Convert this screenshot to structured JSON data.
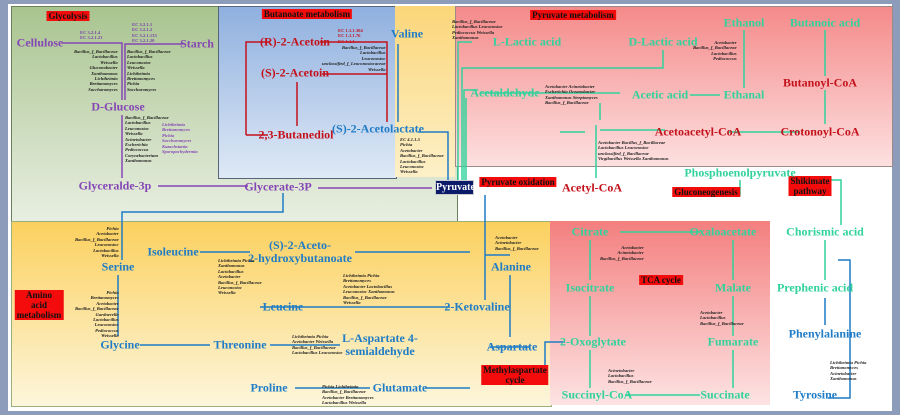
{
  "sections": {
    "glycolysis": "Glycolysis",
    "butanoate": "Butanoate metabolism",
    "pyruvate_metabolism": "Pyruvate metabolism",
    "pyruvate_oxidation": "Pyruvate oxidation",
    "gluconeogenesis": "Gluconeogenesis",
    "shikimate": "Shikimate\npathway",
    "amino_acid": "Amino\nacid\nmetabolism",
    "tca": "TCA cycle",
    "methylaspartate": "Methylaspartate\ncycle"
  },
  "nodes": {
    "cellulose": "Cellulose",
    "starch": "Starch",
    "d_glucose": "D-Glucose",
    "glyceralde_3p": "Glyceralde-3p",
    "glycerate_3p": "Glycerate-3P",
    "r_acetoin": "(R)-2-Acetoin",
    "s_acetoin": "(S)-2-Acetoin",
    "butanediol": "2,3-Butanediol",
    "acetolactate": "(S)-2-Acetolactate",
    "valine": "Valine",
    "pyruvate": "Pyruvate",
    "l_lactic": "L-Lactic acid",
    "d_lactic": "D-Lactic acid",
    "ethanol": "Ethanol",
    "butanoic": "Butanoic acid",
    "acetaldehyde": "Acetaldehyde",
    "acetic": "Acetic acid",
    "ethanal": "Ethanal",
    "butanoyl_coa": "Butanoyl-CoA",
    "acetoacetyl_coa": "Acetoacetyl-CoA",
    "crotonoyl_coa": "Crotonoyl-CoA",
    "pep": "Phosphoenolpyruvate",
    "acetyl_coa": "Acetyl-CoA",
    "isoleucine": "Isoleucine",
    "aceto_hydroxy": "(S)-2-Aceto-\n2-hydroxybutanoate",
    "serine": "Serine",
    "leucine": "Leucine",
    "ketovaline": "2-Ketovaline",
    "alanine": "Alanine",
    "glycine": "Glycine",
    "threonine": "Threonine",
    "asp_semialdehyde": "L-Aspartate 4-\nsemialdehyde",
    "aspartate": "Aspartate",
    "proline": "Proline",
    "glutamate": "Glutamate",
    "citrate": "Citrate",
    "oxaloacetate": "Oxaloacetate",
    "isocitrate": "Isocitrate",
    "malate": "Malate",
    "oxoglytate": "2-Oxoglytate",
    "fumarate": "Fumarate",
    "succinyl_coa": "Succinyl-CoA",
    "succinate": "Succinate",
    "chorismic": "Chorismic acid",
    "prephenic": "Prephenic acid",
    "phenylalanine": "Phenylalanine",
    "tyrosine": "Tyrosine"
  },
  "annotations": {
    "a1": "EC 3.2.1.4\nEC 3.2.1.21",
    "a2": "EC 3.2.1.1\nEC 3.2.1.2\nEC 3.2.1.133\nEC 3.2.1.20",
    "a3": "Bacillus_f_Bacillaceae\nLactobacillus\nWeissella\nGluconobacter\nXanthomonas\nLichtheimia\nBrettanomyces\nSaccharomyces",
    "a4": "Bacillus_f_Bacillaceae\nLactobacillus\nLeuconostoc\nWeissella\nLichtheimia\nBrettanomyces\nPichia\nSaccharomyces",
    "a5": "Bacillus_f_Bacillaceae\nLactobacillus\nLeuconostoc\nWeissella\nAcinetobacter\nEscherichia\nPediococcus\nCorynebacterium\nXanthomonas",
    "a6": "Lichtheimia\nBrettanomyces\nPichia\nSaccharomyces\nKazachstania\nSporopachydermia",
    "a7": "EC 1.1.1.304\nEC 1.1.1.76\nEC 1.1.1.-",
    "a8": "Bacillus_f_Bacillaceae\nLactobacillus\nLeuconostoc\nunclassified_f_Leuconostocaceae\nWeissella",
    "a9": "EC 4.1.1.5\nPichia\nAcetobacter\nBacillus_f_Bacillaceae\nLactobacillus\nLeuconostoc\nWeissella",
    "a10": "Bacillus_f_Bacillaceae\nLactobacillus  Leuconostoc\nPediococcus  Weissella\nXanthomonas",
    "a11": "Acetobacter  Acinetobacter\nEscherichia  Oceanobacter\nXanthomonas  Streptomyces\nBacillus_f_Bacillaceae",
    "a12": "Acetobacter  Bacillus_f_Bacillaceae\nLactobacillus  Leuconostoc\nunclassified_f_Bacillaceae\nVirgibacillus  Weissella  Xanthomonas",
    "a13": "Acetobacter\nBacillus_f_Bacillaceae\nLactobacillus\nPediococcus",
    "a14": "Acetobacter\nAcinetobacter\nBacillus_f_Bacillaceae",
    "a15": "Lichtheimia  Pichia\nXanthomonas\nLactobacillus\nAcetobacter\nBacillus_f_Bacillaceae\nLeuconostoc\nWeissella",
    "a16": "Pichia\nAcetobacter\nBacillus_f_Bacillaceae\nLeuconostoc\nLactobacillus\nWeissella",
    "a17": "Pichia\nBrettanomyces\nAcetobacter\nBacillus_f_Bacillaceae\nGardnerella\nLactobacillus\nLeuconostoc\nPediococcus\nWeissella",
    "a18": "Lichtheimia  Pichia\nBrettanomyces\nAcetobacter  Lactobacillus\nLeuconostoc  Xanthomonas\nBacillus_f_Bacillaceae\nWeissella",
    "a19": "Lichtheimia  Pichia\nAcetobacter  Weissella\nBacillus_f_Bacillaceae\nLactobacillus  Leuconostoc",
    "a20": "Pichia  Lichtheimia\nBacillus_f_Bacillaceae\nAcetobacter  Brettanomyces\nLactobacillus  Weissella",
    "a21": "Acetobacter\nAcinetobacter\nBacillus_f_Bacillaceae",
    "a22": "Acetobacter\nLactobacillus\nBacillus_f_Bacillaceae",
    "a23": "Acinetobacter\nLactobacillus\nBacillus_f_Bacillaceae",
    "a24": "Lichtheimia  Pichia\nBrettanomyces\nAcinetobacter\nXanthomonas"
  }
}
